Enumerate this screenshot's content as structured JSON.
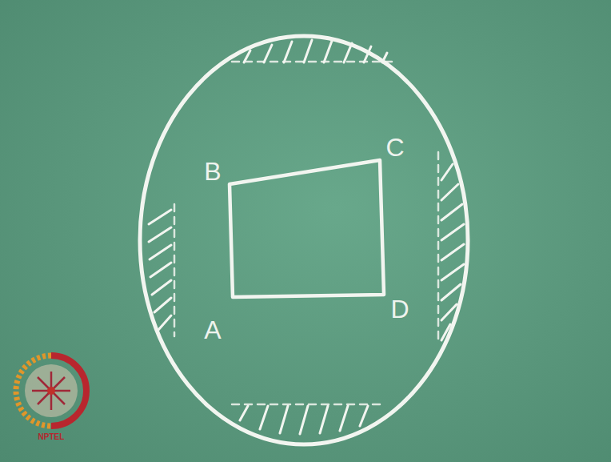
{
  "diagram": {
    "labels": [
      "B",
      "C",
      "D",
      "A",
      "NPTEL"
    ]
  }
}
